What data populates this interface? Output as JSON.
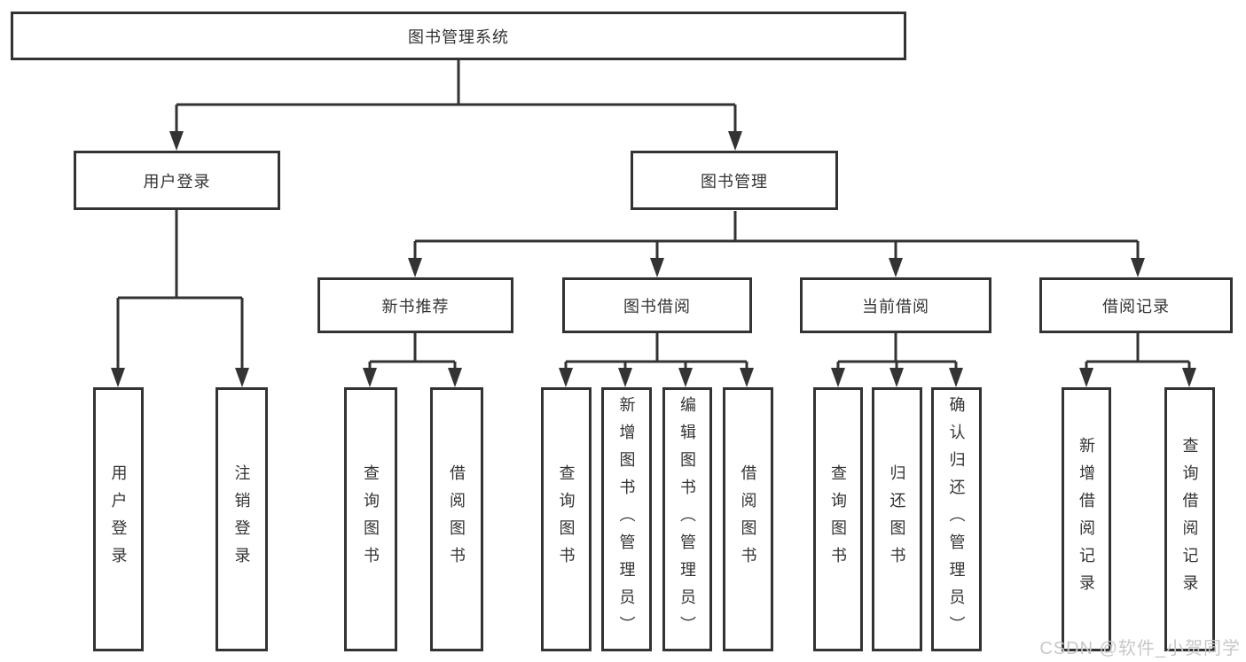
{
  "diagram": {
    "colors": {
      "line": "#333333",
      "text": "#333333",
      "background": "#ffffff",
      "watermark_text_color": "#c8c8c8"
    },
    "watermark": "CSDN @软件_小贺同学",
    "tree": {
      "root": "图书管理系统",
      "level2": [
        "用户登录",
        "图书管理"
      ],
      "level3": [
        "新书推荐",
        "图书借阅",
        "当前借阅",
        "借阅记录"
      ],
      "leaves": [
        [
          "用户登录",
          "注销登录"
        ],
        [
          "查询图书",
          "借阅图书"
        ],
        [
          "查询图书",
          "新增图书（管理员）",
          "编辑图书（管理员）",
          "借阅图书"
        ],
        [
          "查询图书",
          "归还图书",
          "确认归还（管理员）"
        ],
        [
          "新增借阅记录",
          "查询借阅记录"
        ]
      ]
    }
  }
}
